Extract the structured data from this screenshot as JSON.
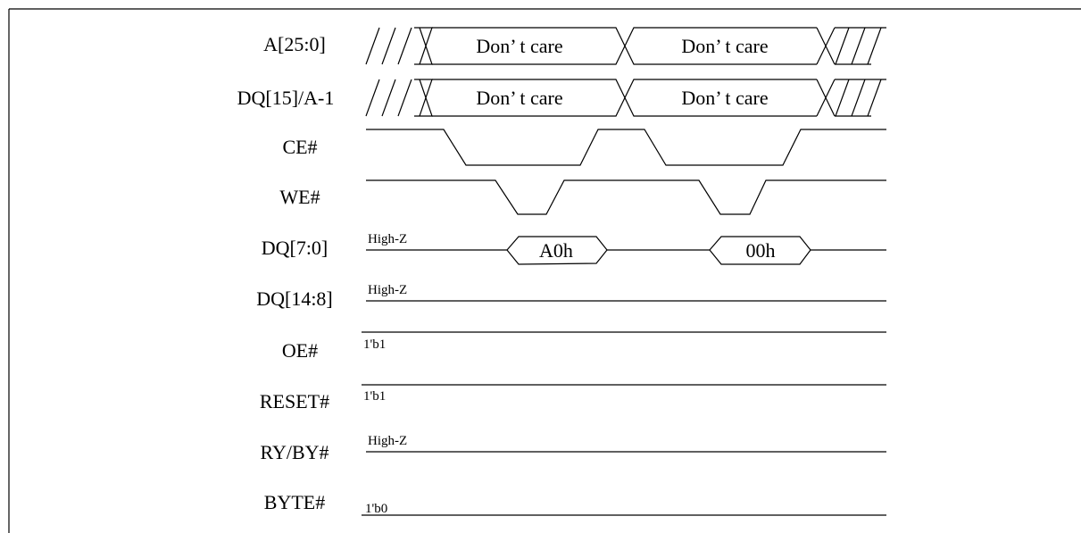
{
  "signals": [
    {
      "id": "addr",
      "label": "A[25:0]"
    },
    {
      "id": "dq15",
      "label": "DQ[15]/A-1"
    },
    {
      "id": "ce",
      "label": "CE#"
    },
    {
      "id": "we",
      "label": "WE#"
    },
    {
      "id": "dq70",
      "label": "DQ[7:0]"
    },
    {
      "id": "dq148",
      "label": "DQ[14:8]"
    },
    {
      "id": "oe",
      "label": "OE#"
    },
    {
      "id": "reset",
      "label": "RESET#"
    },
    {
      "id": "rybusy",
      "label": "RY/BY#"
    },
    {
      "id": "byte",
      "label": "BYTE#"
    }
  ],
  "bus_values": {
    "addr": [
      "Don’ t care",
      "Don’ t care"
    ],
    "dq15": [
      "Don’ t care",
      "Don’ t care"
    ],
    "dq70": [
      "A0h",
      "00h"
    ]
  },
  "annotations": {
    "dq70": "High-Z",
    "dq148": "High-Z",
    "oe": "1'b1",
    "reset": "1'b1",
    "rybusy": "High-Z",
    "byte": "1'b0"
  }
}
